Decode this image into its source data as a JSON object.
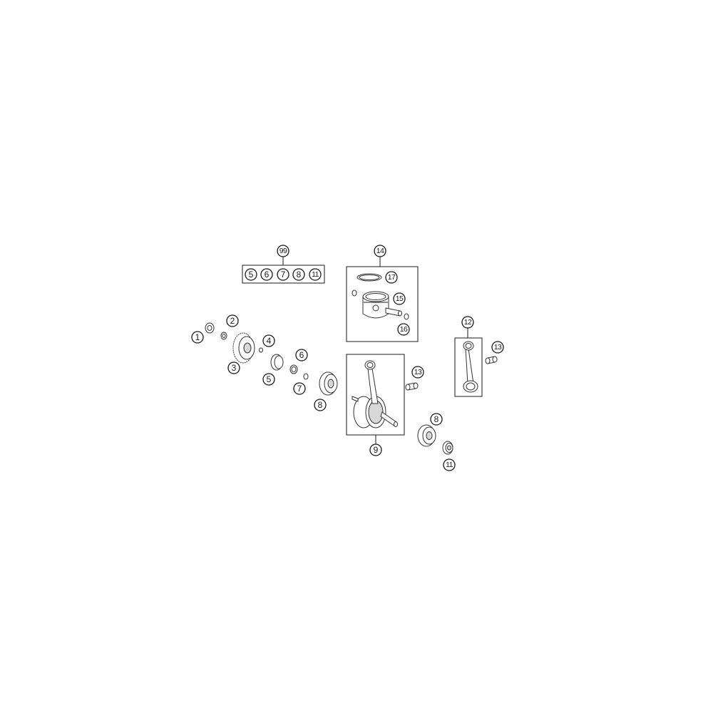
{
  "kit_callout": {
    "number": "99",
    "items": [
      "5",
      "6",
      "7",
      "8",
      "11"
    ]
  },
  "piston_group": {
    "number": "14",
    "piston_ring": "17",
    "piston_pin": "15",
    "pin_circlip": "16"
  },
  "conrod_group": {
    "number": "12",
    "small_end_bearing": "13"
  },
  "crankshaft_group": {
    "number": "9",
    "small_end_bearing": "13"
  },
  "left_parts": {
    "nut": "1",
    "washer": "2",
    "gear": "3",
    "key": "4",
    "spacer": "5",
    "shim": "6",
    "o_ring": "7",
    "bearing": "8"
  },
  "right_parts": {
    "bearing": "8",
    "bushing": "11"
  },
  "colors": {
    "line": "#1a1a1a",
    "background": "#ffffff"
  }
}
